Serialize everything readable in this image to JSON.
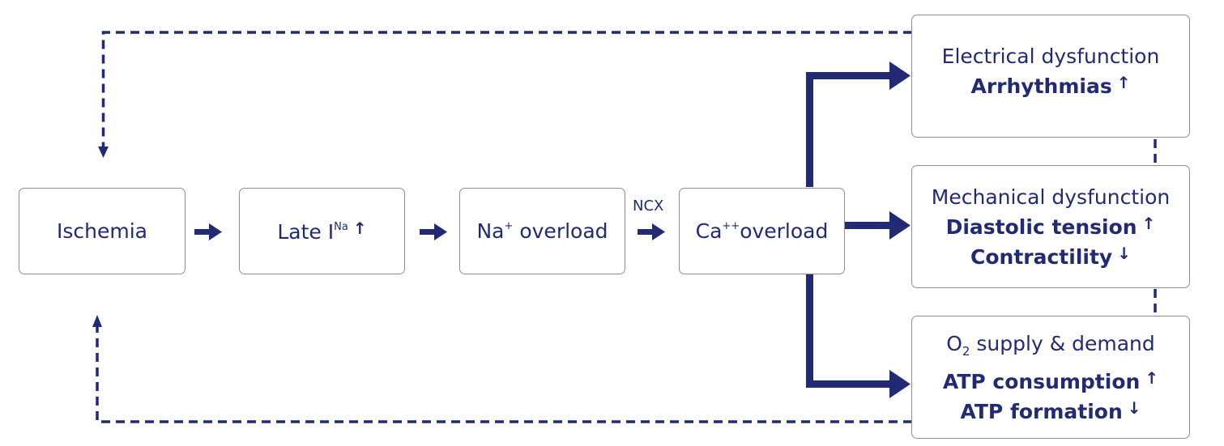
{
  "colors": {
    "primary": "#222a73",
    "border": "#8f8f8f",
    "background": "#ffffff"
  },
  "chain": {
    "ischemia": "Ischemia",
    "late_ina": {
      "text": "Late I",
      "superscript": "Na",
      "trend_icon": "arrow-up-icon"
    },
    "na_overload": {
      "symbol": "Na",
      "charge": "+",
      "text": "overload"
    },
    "ncx_label": "NCX",
    "ca_overload": {
      "symbol": "Ca",
      "charge": "++",
      "text": "overload"
    }
  },
  "outcomes": {
    "electrical": {
      "title": "Electrical dysfunction",
      "items": [
        {
          "label": "Arrhythmias",
          "trend": "up"
        }
      ]
    },
    "mechanical": {
      "title": "Mechanical dysfunction",
      "items": [
        {
          "label": "Diastolic tension",
          "trend": "up"
        },
        {
          "label": "Contractility",
          "trend": "down"
        }
      ]
    },
    "oxygen": {
      "title_prefix": "O",
      "title_subscript": "2",
      "title_suffix": " supply & demand",
      "items": [
        {
          "label": "ATP consumption",
          "trend": "up"
        },
        {
          "label": "ATP formation",
          "trend": "down"
        }
      ]
    }
  },
  "trend_symbols": {
    "up": "↑",
    "down": "↓"
  }
}
